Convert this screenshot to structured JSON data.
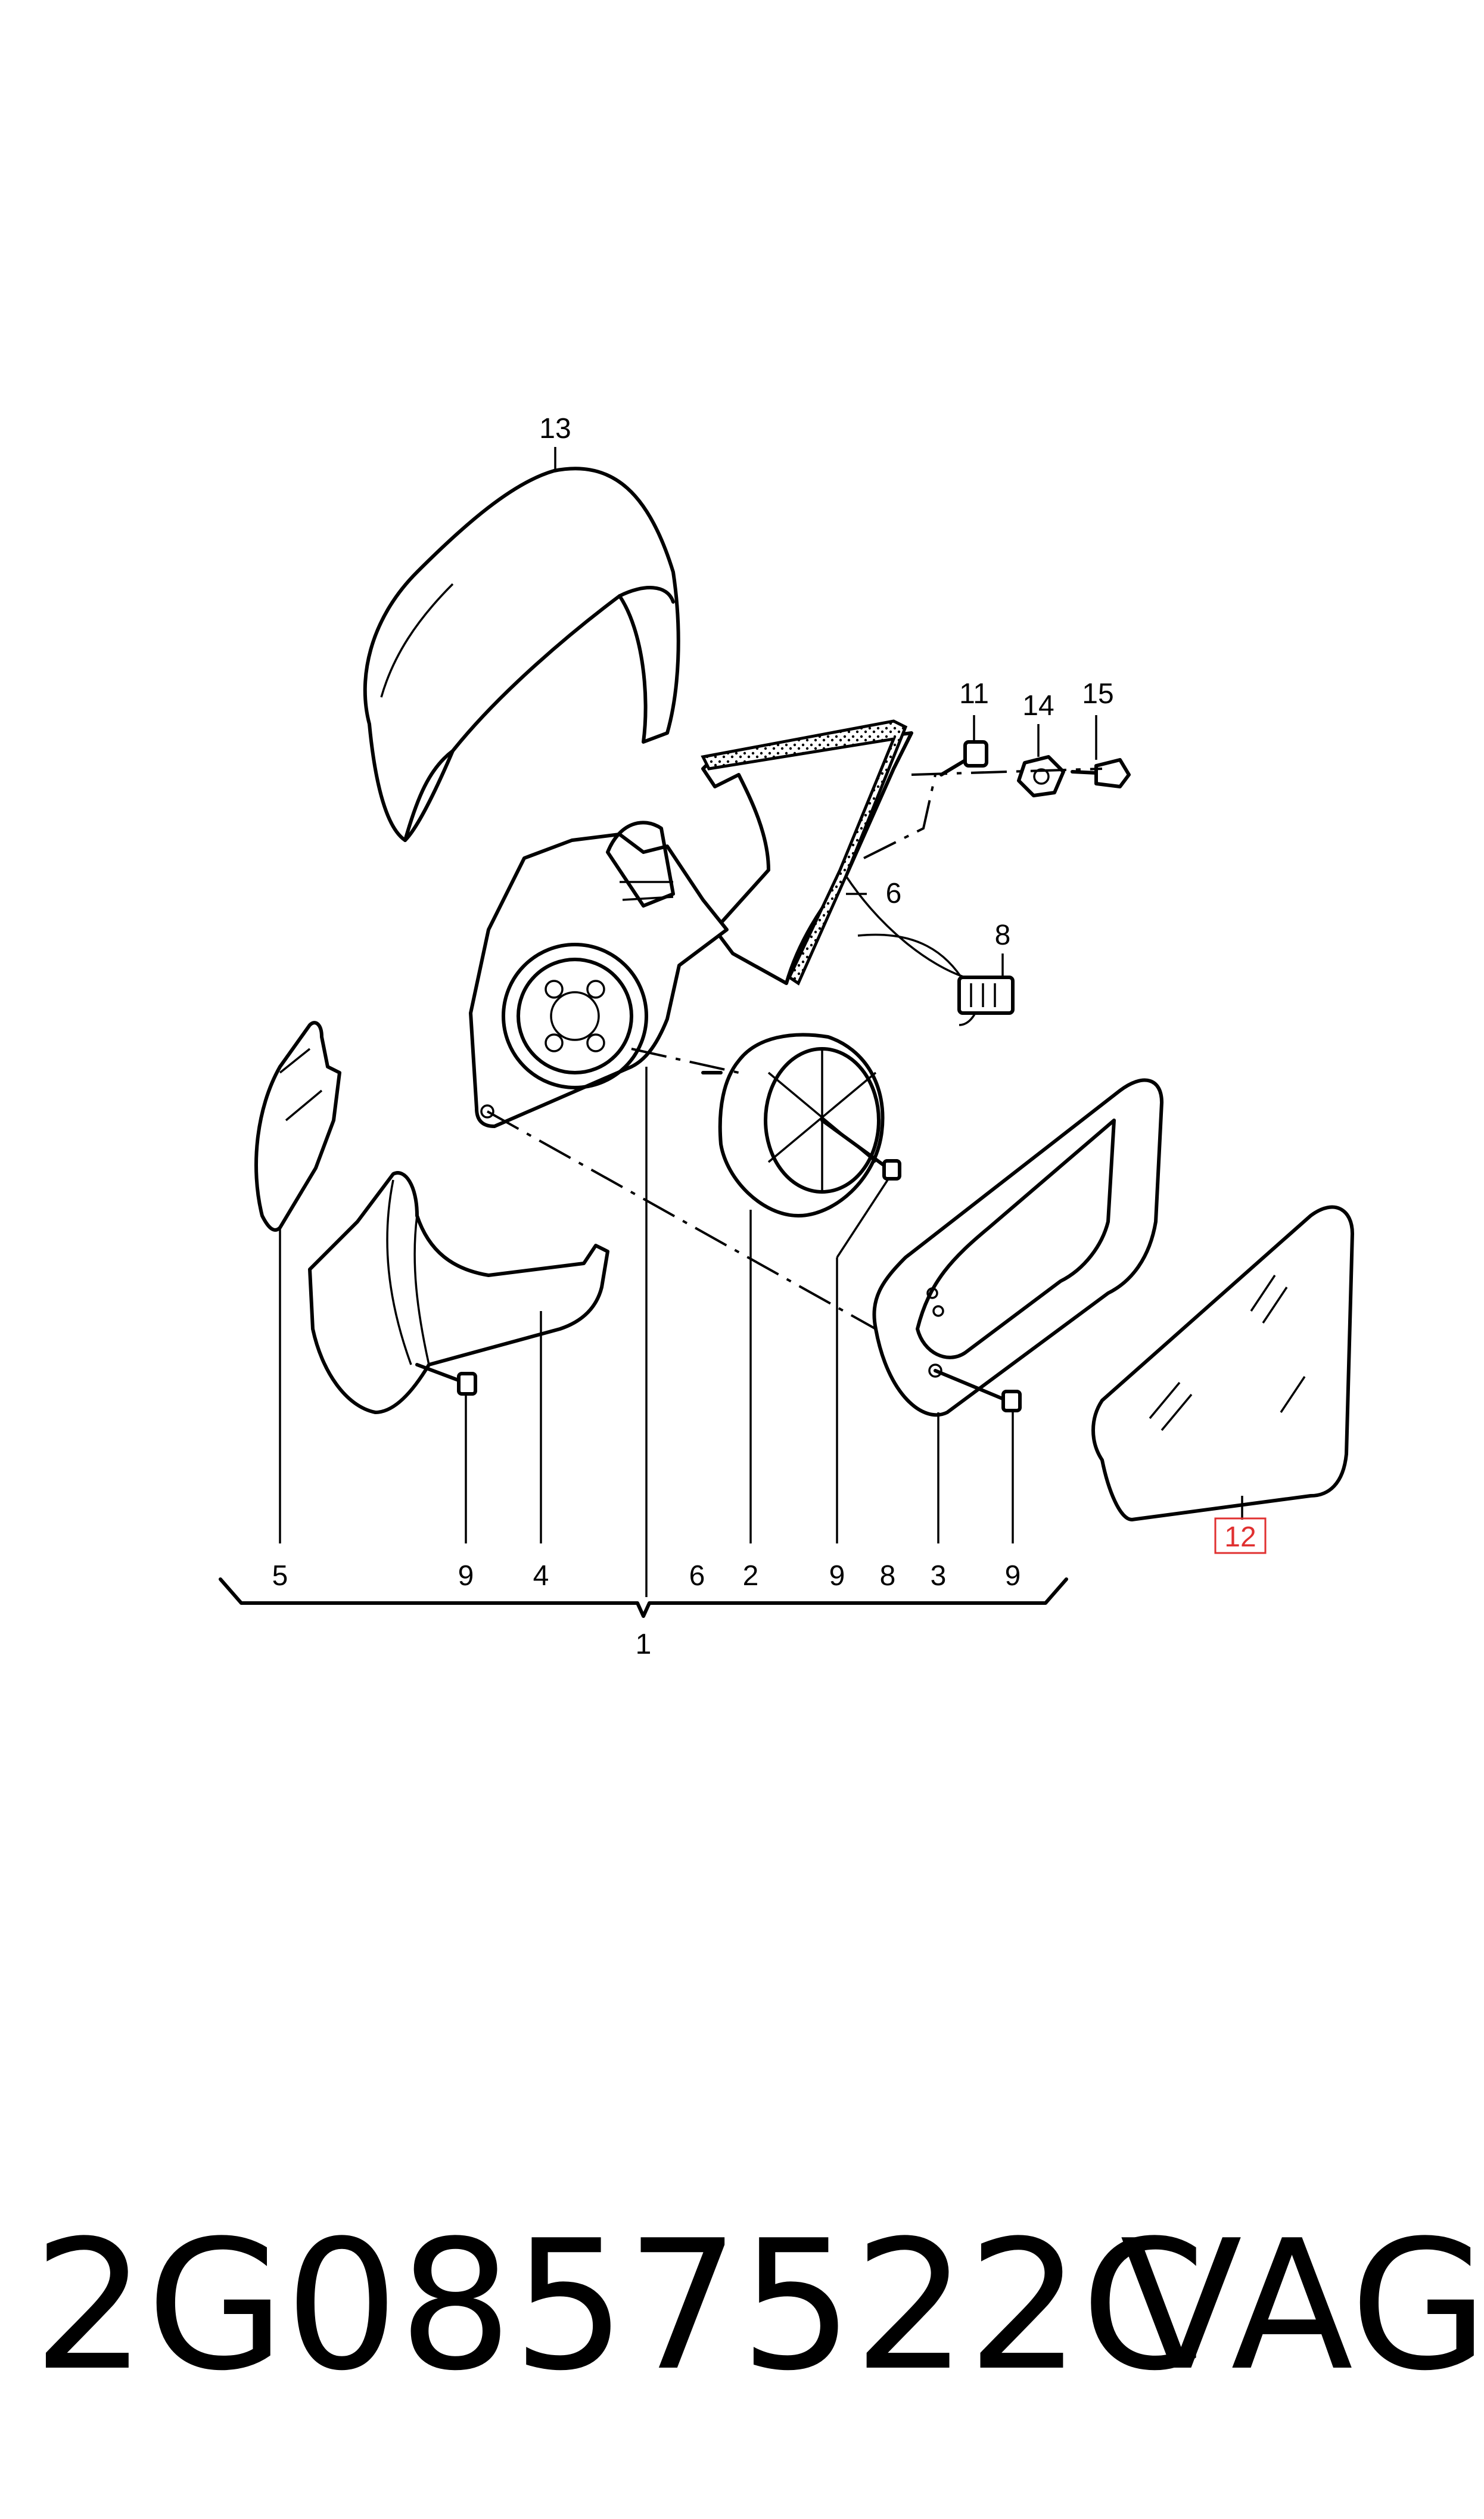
{
  "diagram": {
    "callouts": {
      "c1": "1",
      "c2": "2",
      "c3": "3",
      "c4": "4",
      "c5": "5",
      "c6a": "6",
      "c6b": "6",
      "c8a": "8",
      "c8b": "8",
      "c9a": "9",
      "c9b": "9",
      "c9c": "9",
      "c11": "11",
      "c12": "12",
      "c13": "13",
      "c14": "14",
      "c15": "15"
    },
    "highlight_color": "#e03030"
  },
  "footer": {
    "part_number": "2G0857522C",
    "brand": "VAG"
  }
}
